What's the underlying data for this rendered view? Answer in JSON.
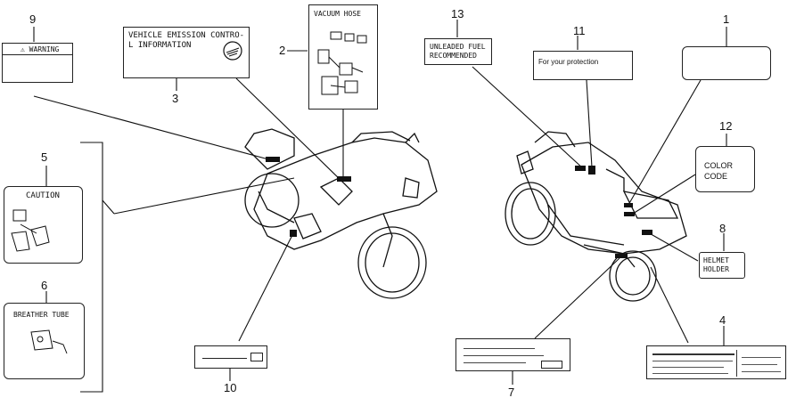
{
  "callouts": {
    "n1": "1",
    "n2": "2",
    "n3": "3",
    "n4": "4",
    "n5": "5",
    "n6": "6",
    "n7": "7",
    "n8": "8",
    "n9": "9",
    "n10": "10",
    "n11": "11",
    "n12": "12",
    "n13": "13"
  },
  "labels": {
    "warning": "⚠ WARNING",
    "emission_line1": "VEHICLE EMISSION CONTRO-",
    "emission_line2": "L INFORMATION",
    "vacuum_hose": "VACUUM HOSE",
    "unleaded_line1": "UNLEADED FUEL",
    "unleaded_line2": "RECOMMENDED",
    "protection": "For your protection",
    "color_code_line1": "COLOR",
    "color_code_line2": "CODE",
    "helmet_line1": "HELMET",
    "helmet_line2": "HOLDER",
    "caution": "CAUTION",
    "breather_tube": "BREATHER TUBE"
  }
}
